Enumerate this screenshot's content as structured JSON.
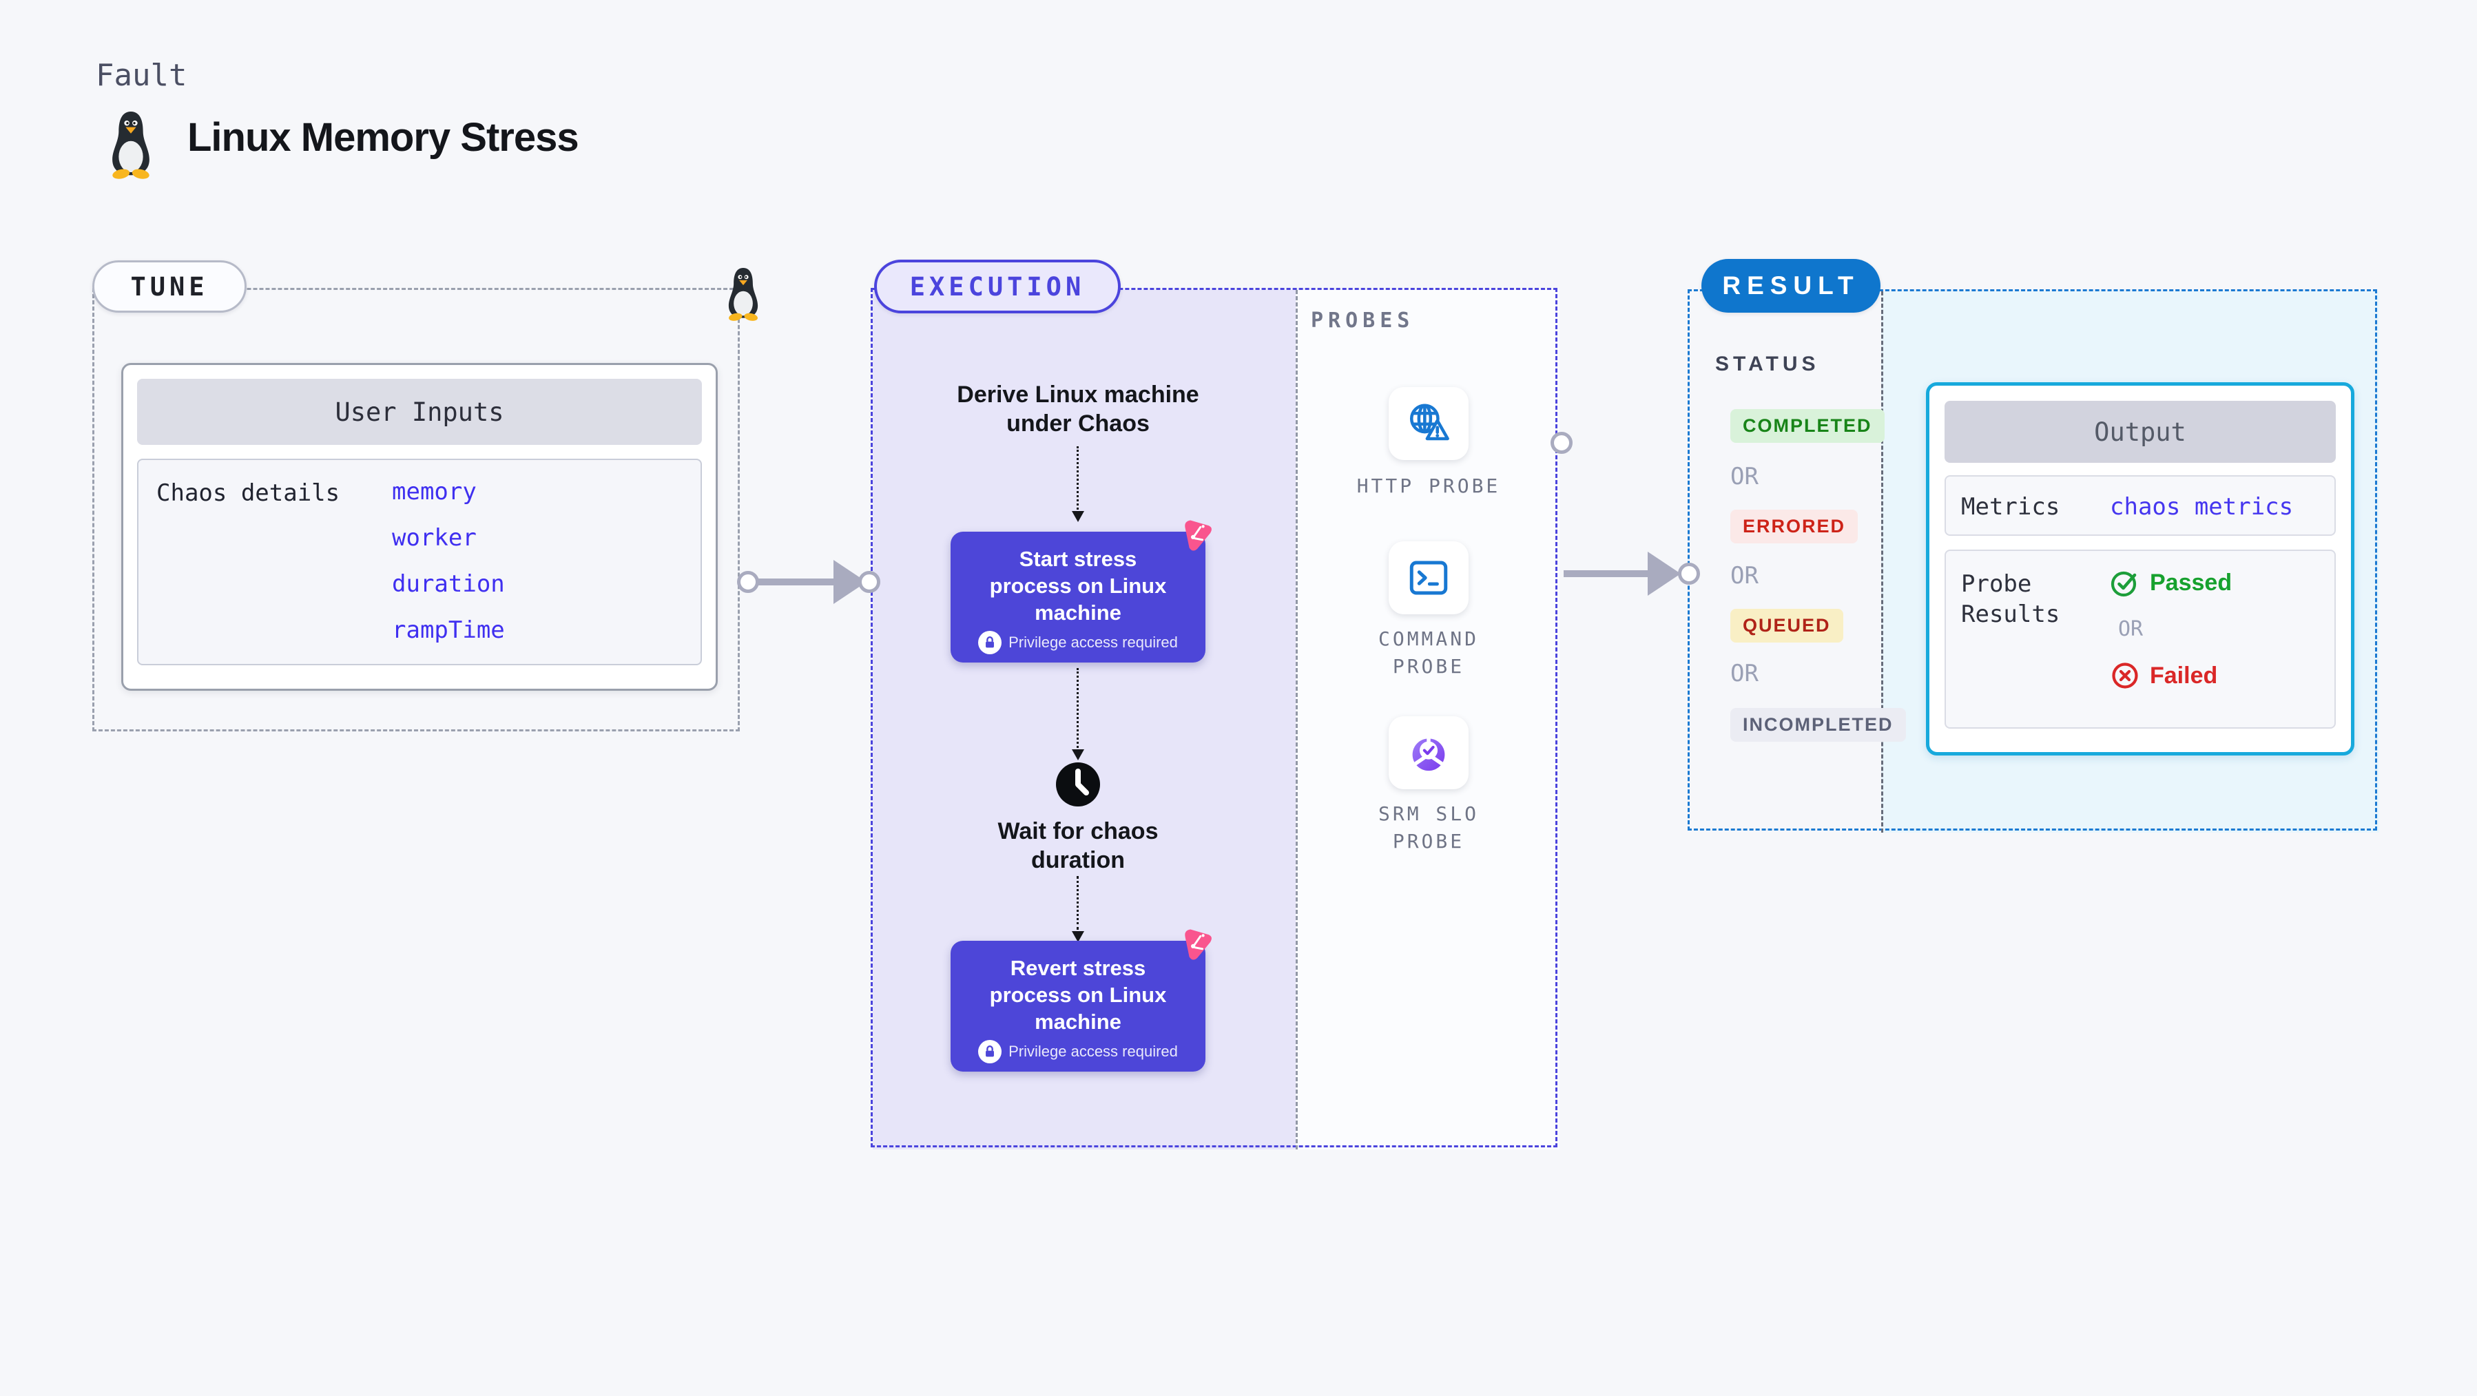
{
  "page": {
    "kicker": "Fault",
    "title": "Linux Memory Stress"
  },
  "tune": {
    "badge": "TUNE",
    "user_inputs_header": "User Inputs",
    "chaos_details_label": "Chaos details",
    "params": [
      "memory",
      "worker",
      "duration",
      "rampTime"
    ]
  },
  "execution": {
    "badge": "EXECUTION",
    "derive_step": {
      "line1": "Derive Linux machine",
      "line2": "under Chaos"
    },
    "start_step": {
      "line1": "Start stress",
      "line2": "process on Linux",
      "line3": "machine",
      "note": "Privilege access required"
    },
    "wait_step": {
      "line1": "Wait for chaos",
      "line2": "duration"
    },
    "revert_step": {
      "line1": "Revert stress",
      "line2": "process on Linux",
      "line3": "machine",
      "note": "Privilege access required"
    }
  },
  "probes": {
    "heading": "PROBES",
    "items": [
      {
        "line1": "HTTP PROBE",
        "line2": ""
      },
      {
        "line1": "COMMAND",
        "line2": "PROBE"
      },
      {
        "line1": "SRM SLO",
        "line2": "PROBE"
      }
    ]
  },
  "result": {
    "badge": "RESULT",
    "status_heading": "STATUS",
    "or": "OR",
    "statuses": {
      "completed": "COMPLETED",
      "errored": "ERRORED",
      "queued": "QUEUED",
      "incompleted": "INCOMPLETED"
    },
    "output": {
      "header": "Output",
      "metrics_label": "Metrics",
      "metrics_value": "chaos metrics",
      "probe_results_label": "Probe Results",
      "passed": "Passed",
      "failed": "Failed"
    }
  },
  "colors": {
    "indigo_accent": "#4b44dd",
    "flow_card_indigo": "#4d46d8",
    "result_blue": "#0f76cd",
    "output_cyan": "#17a9dc",
    "chaos_pink": "#f9558e",
    "probe_icon_blue": "#1878d2",
    "success_green": "#188418",
    "error_red": "#cd2318",
    "link_blue": "#4536ef"
  }
}
